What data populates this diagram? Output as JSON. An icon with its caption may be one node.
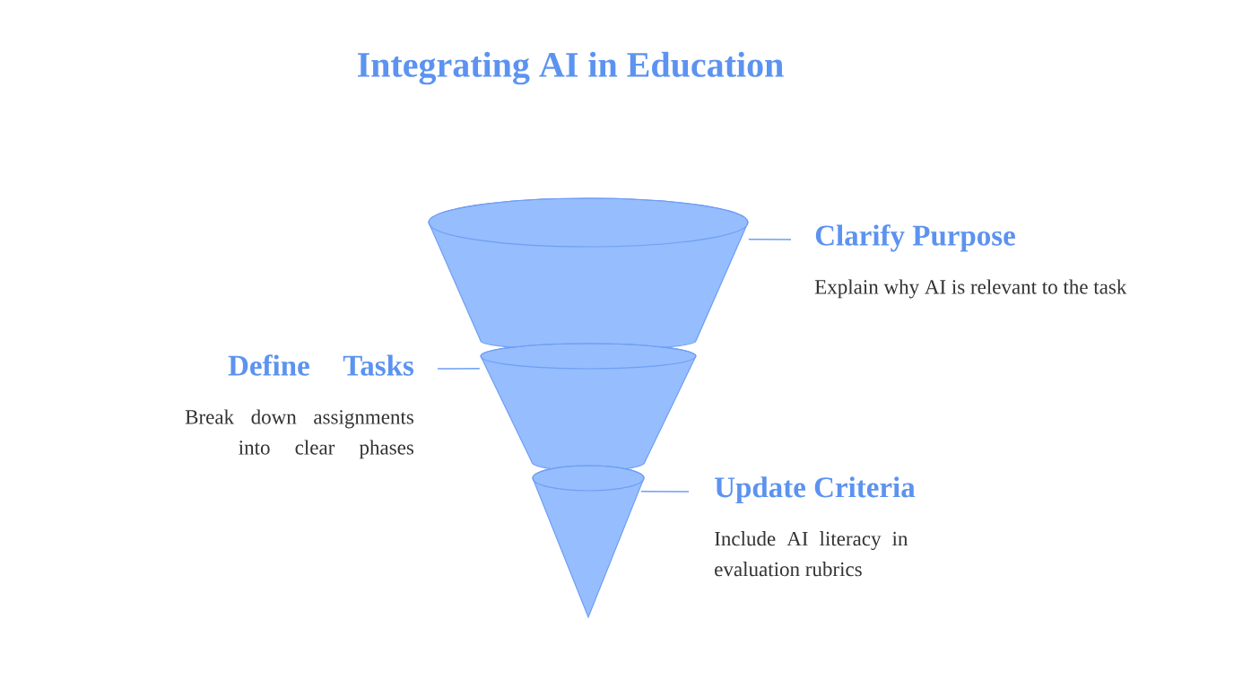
{
  "diagram": {
    "title": "Integrating AI in Education",
    "nodes": [
      {
        "text": [],
        "shape": "cone"
      },
      {
        "text": [],
        "shape": "cone"
      },
      {
        "text": [],
        "shape": "cone"
      },
      {
        "text": [
          "Clarify Purpose",
          "Explain why AI is relevant to the task"
        ]
      },
      {
        "text": [
          "Define Tasks",
          "Break down assignments into clear phases"
        ]
      },
      {
        "text": [
          "Update Criteria",
          "Include AI literacy in evaluation rubrics"
        ]
      }
    ],
    "edges": [
      {
        "from": 3,
        "to": 0,
        "arrow": "none"
      },
      {
        "from": 4,
        "to": 1,
        "arrow": "none"
      },
      {
        "from": 5,
        "to": 2,
        "arrow": "none"
      }
    ]
  }
}
